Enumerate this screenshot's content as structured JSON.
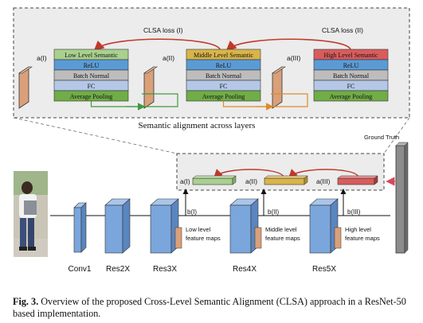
{
  "top_panel": {
    "loss_1": "CLSA loss (I)",
    "loss_2": "CLSA loss (II)",
    "bottom_label": "Semantic alignment across layers",
    "columns": [
      {
        "input_label": "a(I)",
        "head_label": "Low Level Semantic",
        "head_color": "#a9d08e",
        "arrow_color": "#3f9a3f"
      },
      {
        "input_label": "a(II)",
        "head_label": "Middle Level Semantic",
        "head_color": "#d9b44a",
        "arrow_color": "#3f9a3f"
      },
      {
        "input_label": "a(III)",
        "head_label": "High Level Semantic",
        "head_color": "#d95c5c",
        "arrow_color": "#e08a2a"
      }
    ],
    "layers": [
      "ReLU",
      "Batch Normal",
      "FC",
      "Average Pooling"
    ],
    "layer_colors": [
      "#5b9bd5",
      "#bdbdbd",
      "#b4c7e7",
      "#70ad47"
    ]
  },
  "middle_panel": {
    "labels": [
      "a(I)",
      "a(II)",
      "a(III)"
    ],
    "ground_truth": "Ground Truth"
  },
  "network": {
    "stages": [
      "Conv1",
      "Res2X",
      "Res3X",
      "Res4X",
      "Res5X"
    ],
    "branches": [
      {
        "id": "b(I)",
        "text_1": "Low level",
        "text_2": "feature maps"
      },
      {
        "id": "b(II)",
        "text_1": "Middle level",
        "text_2": "feature maps"
      },
      {
        "id": "b(III)",
        "text_1": "High level",
        "text_2": "feature maps"
      }
    ]
  },
  "caption": {
    "label": "Fig. 3.",
    "text": "Overview of the proposed Cross-Level Semantic Alignment (CLSA) approach in a ResNet-50 based implementation."
  }
}
